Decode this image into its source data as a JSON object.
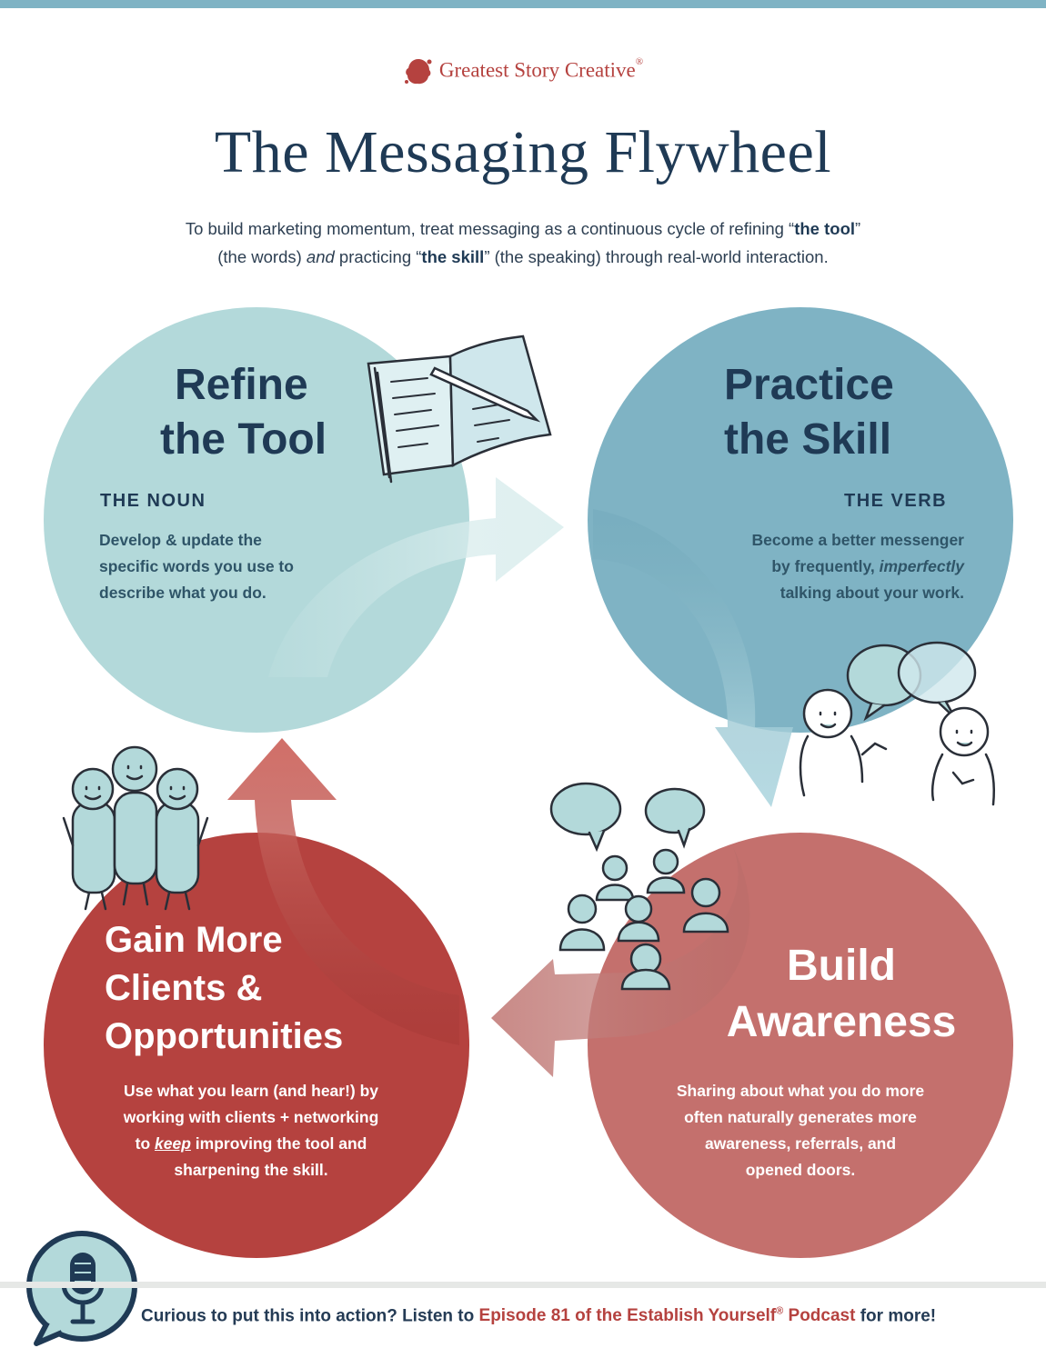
{
  "brand": {
    "name": "Greatest Story Creative",
    "reg": "®",
    "color": "#b5423f"
  },
  "title": "The Messaging Flywheel",
  "intro": {
    "p1": "To build marketing momentum, treat messaging as a continuous cycle of refining “",
    "b1": "the tool",
    "p2": "”",
    "p3": "(the words) ",
    "i1": "and",
    "p4": " practicing “",
    "b2": "the skill",
    "p5": "” (the speaking) through real-world interaction."
  },
  "stages": {
    "refine": {
      "line1": "Refine",
      "line2": "the Tool",
      "sub": "THE NOUN",
      "body1": "Develop & update the",
      "body2": "specific words you use to",
      "body3": "describe what you do.",
      "icon": "notebook-pencil-icon",
      "color": "#b3d9da"
    },
    "practice": {
      "line1": "Practice",
      "line2": "the Skill",
      "sub": "THE VERB",
      "body1": "Become a better messenger",
      "body2a": "by frequently, ",
      "body2b": "imperfectly",
      "body3": "talking about your work.",
      "icon": "conversation-people-icon",
      "color": "#7fb3c4"
    },
    "awareness": {
      "line1": "Build",
      "line2": "Awareness",
      "body1": "Sharing about what you do more",
      "body2": "often naturally generates more",
      "body3": "awareness, referrals, and",
      "body4": "opened doors.",
      "icon": "crowd-icon",
      "color": "#c4706d"
    },
    "clients": {
      "line1": "Gain More",
      "line2": "Clients &",
      "line3": "Opportunities",
      "body1": "Use what you learn (and hear!) by",
      "body2": "working with clients + networking",
      "body3a": "to ",
      "body3b": "keep",
      "body3c": " improving the tool and",
      "body4": "sharpening the skill.",
      "icon": "group-hug-icon",
      "color": "#b5423f"
    }
  },
  "footer": {
    "text": "Curious to put this into action? Listen to ",
    "link": "Episode 81 of the Establish Yourself",
    "reg": "®",
    "link2": " Podcast",
    "tail": " for more!",
    "icon": "microphone-icon"
  }
}
